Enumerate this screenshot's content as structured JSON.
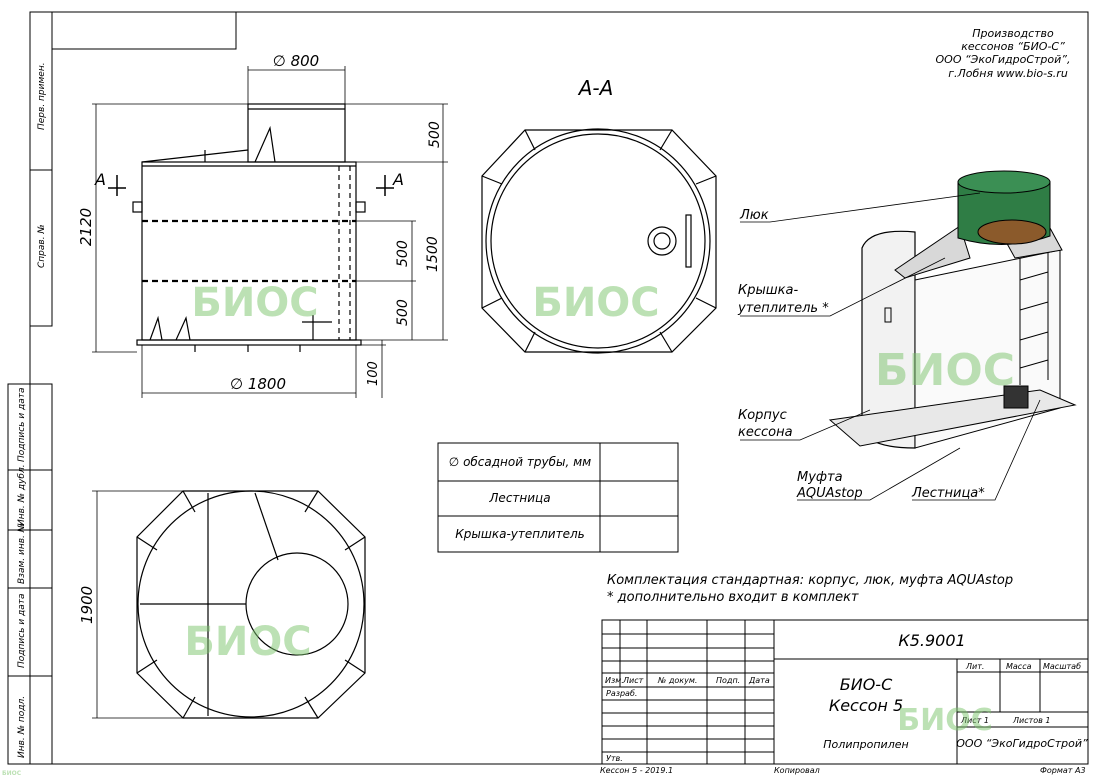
{
  "company": {
    "line1": "Производство",
    "line2": "кессонов “БИО-С”",
    "line3": "ООО “ЭкоГидроСтрой”,",
    "line4": "г.Лобня    www.bio-s.ru"
  },
  "side_stamp": [
    "Перв. примен.",
    "Справ. №",
    "Подпись и дата",
    "Инв. № дубл.",
    "Взам. инв. №",
    "Подпись и дата",
    "Инв. № подл."
  ],
  "dims": {
    "d800": "∅ 800",
    "h2120": "2120",
    "h500top": "500",
    "h1500": "1500",
    "h500a": "500",
    "h500b": "500",
    "h100": "100",
    "d1800": "∅ 1800",
    "h1900": "1900",
    "section_mark": "А",
    "section_mark_r": "А"
  },
  "section_title": "А-А",
  "watermark": "БИОС",
  "callouts": {
    "hatch": "Люк",
    "lid_1": "Крышка-",
    "lid_2": "утеплитель *",
    "body_1": "Корпус",
    "body_2": "кессона",
    "coupling_1": "Муфта",
    "coupling_2": "AQUAstop",
    "ladder": "Лестница*"
  },
  "spec_table": {
    "rows": [
      "∅  обсадной трубы, мм",
      "Лестница",
      "Крышка-утеплитель"
    ]
  },
  "notes": {
    "line1": "Комплектация стандартная: корпус, люк, муфта AQUAstop",
    "line2": "* дополнительно входит в комплект"
  },
  "title_block": {
    "code": "К5.9001",
    "name1": "БИО-С",
    "name2": "Кессон 5",
    "material": "Полипропилен",
    "org": "ООО “ЭкоГидроСтрой”",
    "h_izm": "Изм.",
    "h_list": "Лист",
    "h_doc": "№ докум.",
    "h_sign": "Подп.",
    "h_date": "Дата",
    "razrab": "Разраб.",
    "utv": "Утв.",
    "lit": "Лит.",
    "massa": "Масса",
    "masshtab": "Масштаб",
    "sheet": "Лист 1",
    "sheets": "Листов 1"
  },
  "footer": {
    "file": "Кессон 5 - 2019.1",
    "copied": "Копировал",
    "format": "Формат А3",
    "logo": "БИОС"
  },
  "colors": {
    "lid": "#2f7d45",
    "lid_dark": "#1f5a30",
    "cover": "#8b5a2b",
    "watermark": "#7cc46c"
  }
}
